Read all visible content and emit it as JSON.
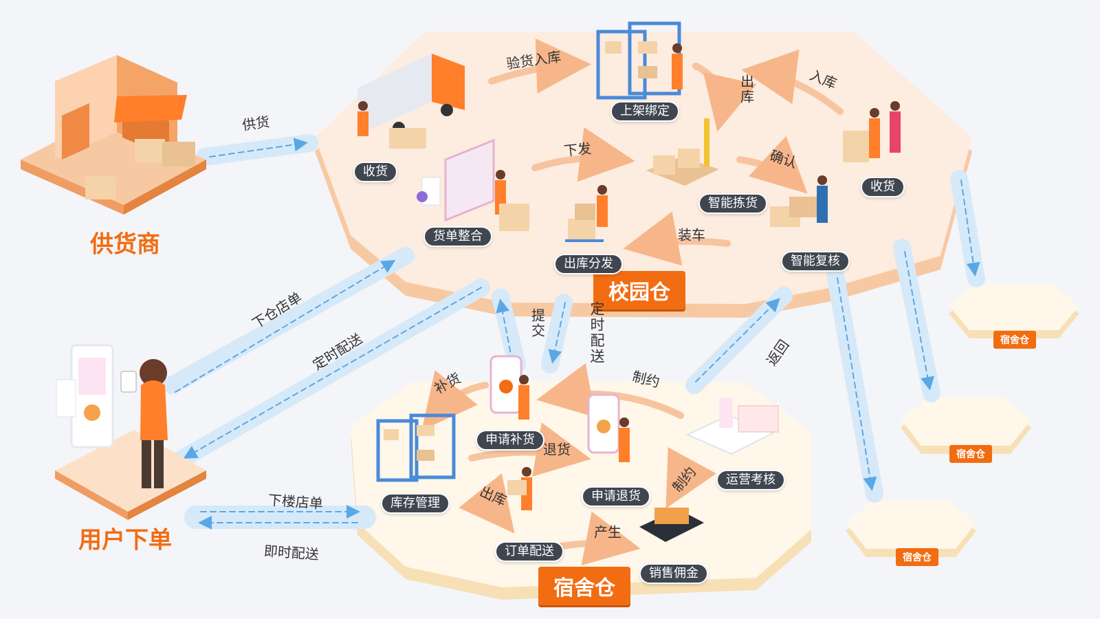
{
  "nodes": {
    "supplier": "供货商",
    "user_order": "用户下单",
    "campus_warehouse": "校园仓",
    "dorm_warehouse": "宿舍仓",
    "dorm_small_1": "宿舍仓",
    "dorm_small_2": "宿舍仓",
    "dorm_small_3": "宿舍仓"
  },
  "campus_steps": {
    "receive": "收货",
    "shelf_bind": "上架绑定",
    "receive_right": "收货",
    "order_merge": "货单整合",
    "smart_pick": "智能拣货",
    "smart_check": "智能复核",
    "outbound_split": "出库分发"
  },
  "campus_flows": {
    "inspect_in": "验货入库",
    "outbound": "出库",
    "inbound": "入库",
    "dispatch": "下发",
    "confirm": "确认",
    "load": "装车"
  },
  "dorm_steps": {
    "apply_restock": "申请补货",
    "apply_return": "申请退货",
    "inventory": "库存管理",
    "ops_review": "运营考核",
    "order_delivery": "订单配送",
    "sales_commission": "销售佣金"
  },
  "dorm_flows": {
    "restock": "补货",
    "constrain_top": "制约",
    "return_goods": "退货",
    "outbound": "出库",
    "constrain_side": "制约",
    "produce": "产生"
  },
  "cross_flows": {
    "supply": "供货",
    "place_campus_order": "下仓店单",
    "scheduled_delivery_left": "定时配送",
    "submit": "提交",
    "scheduled_delivery_mid": "定时配送",
    "return_back": "返回",
    "place_dorm_order": "下楼店单",
    "instant_delivery": "即时配送"
  },
  "colors": {
    "accent": "#f26c12",
    "pill_bg": "#3f4650",
    "platform_top": "#fdece0",
    "platform_side": "#f7c9a3",
    "dorm_top": "#fef7ea",
    "dorm_side": "#f7e0b6",
    "flow_arrow": "#f7c4a0",
    "dash_track": "#d6e9f8",
    "dash_line": "#5aa7e6"
  }
}
